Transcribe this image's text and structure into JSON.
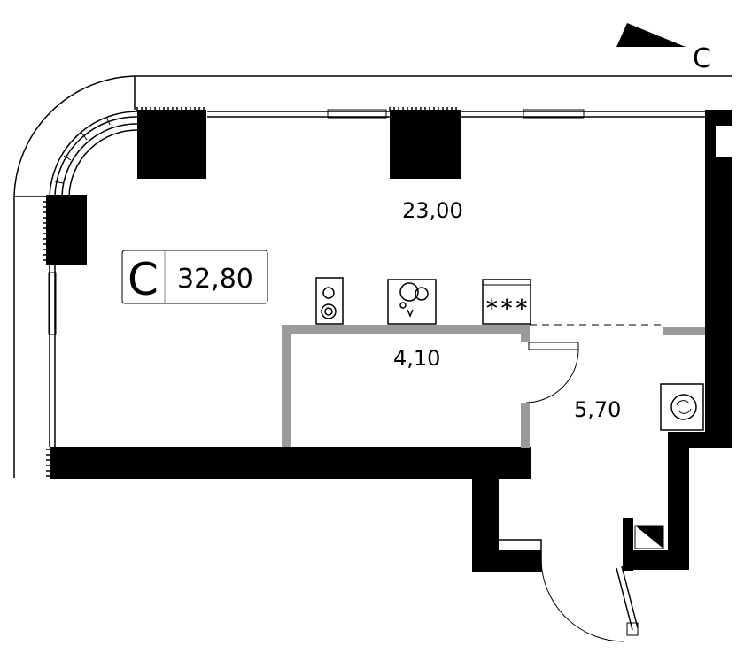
{
  "compass": {
    "label": "С"
  },
  "unit": {
    "type_letter": "С",
    "total_area": "32,80"
  },
  "rooms": [
    {
      "id": "living",
      "area": "23,00"
    },
    {
      "id": "bathroom",
      "area": "4,10"
    },
    {
      "id": "hallway",
      "area": "5,70"
    }
  ],
  "appliances": {
    "hob_symbol": "∗∗∗"
  }
}
